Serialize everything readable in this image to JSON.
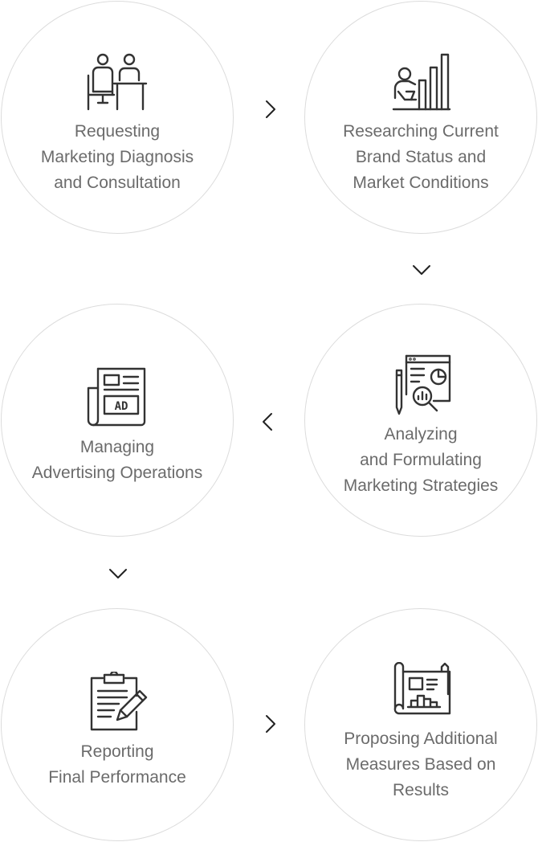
{
  "steps": [
    {
      "icon": "consultation-icon",
      "lines": [
        "Requesting",
        "Marketing Diagnosis",
        "and Consultation"
      ]
    },
    {
      "icon": "research-chart-icon",
      "lines": [
        "Researching Current",
        "Brand Status and",
        "Market Conditions"
      ]
    },
    {
      "icon": "analysis-report-icon",
      "lines": [
        "Analyzing",
        "and Formulating",
        "Marketing Strategies"
      ]
    },
    {
      "icon": "ad-newspaper-icon",
      "lines": [
        "Managing",
        "Advertising Operations"
      ]
    },
    {
      "icon": "clipboard-pen-icon",
      "lines": [
        "Reporting",
        "Final Performance"
      ]
    },
    {
      "icon": "blueprint-chart-icon",
      "lines": [
        "Proposing Additional",
        "Measures Based on",
        "Results"
      ]
    }
  ],
  "colors": {
    "circle_border": "#dcdcdc",
    "text": "#6b6b6b",
    "icon": "#333333",
    "arrow": "#222222"
  },
  "arrows": [
    "chevron-right-icon",
    "chevron-down-icon",
    "chevron-left-icon",
    "chevron-down-icon",
    "chevron-right-icon"
  ]
}
